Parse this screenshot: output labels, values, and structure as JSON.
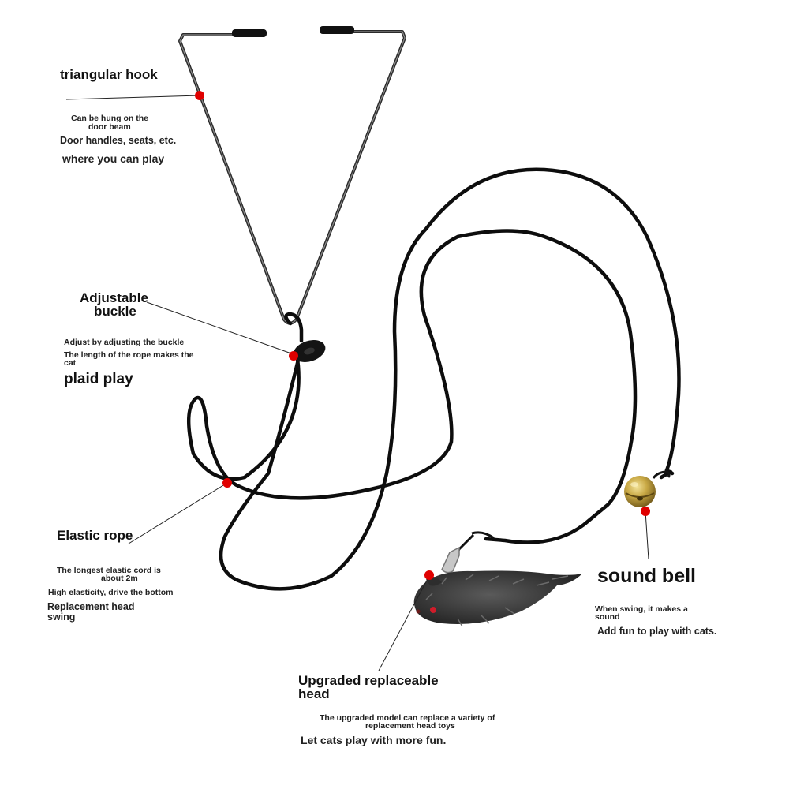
{
  "labels": {
    "triangular_hook": {
      "title": "triangular hook",
      "line1": "Can be hung on the",
      "line2": "door beam",
      "line3": "Door handles, seats, etc.",
      "line4": "where you can play"
    },
    "adjustable_buckle": {
      "title_line1": "Adjustable",
      "title_line2": "buckle",
      "line1": "Adjust by adjusting the buckle",
      "line2": "The length of the rope makes the",
      "line3": "cat",
      "line4": "plaid play"
    },
    "elastic_rope": {
      "title": "Elastic rope",
      "line1": "The longest elastic cord is",
      "line2": "about 2m",
      "line3": "High elasticity, drive the bottom",
      "line4": "Replacement head",
      "line5": "swing"
    },
    "sound_bell": {
      "title": "sound bell",
      "line1": "When swing, it makes a",
      "line2": "sound",
      "line3": "Add fun to play with cats."
    },
    "replaceable_head": {
      "title_line1": "Upgraded replaceable",
      "title_line2": "head",
      "line1": "The upgraded model can replace a variety of",
      "line2": "replacement head toys",
      "line3": "Let cats play with more fun."
    }
  },
  "colors": {
    "marker": "#e00000",
    "rope": "#0d0d0d",
    "hook": "#2b2b2b",
    "bell": "#b89a3a",
    "fur": "#3a3a3a"
  }
}
